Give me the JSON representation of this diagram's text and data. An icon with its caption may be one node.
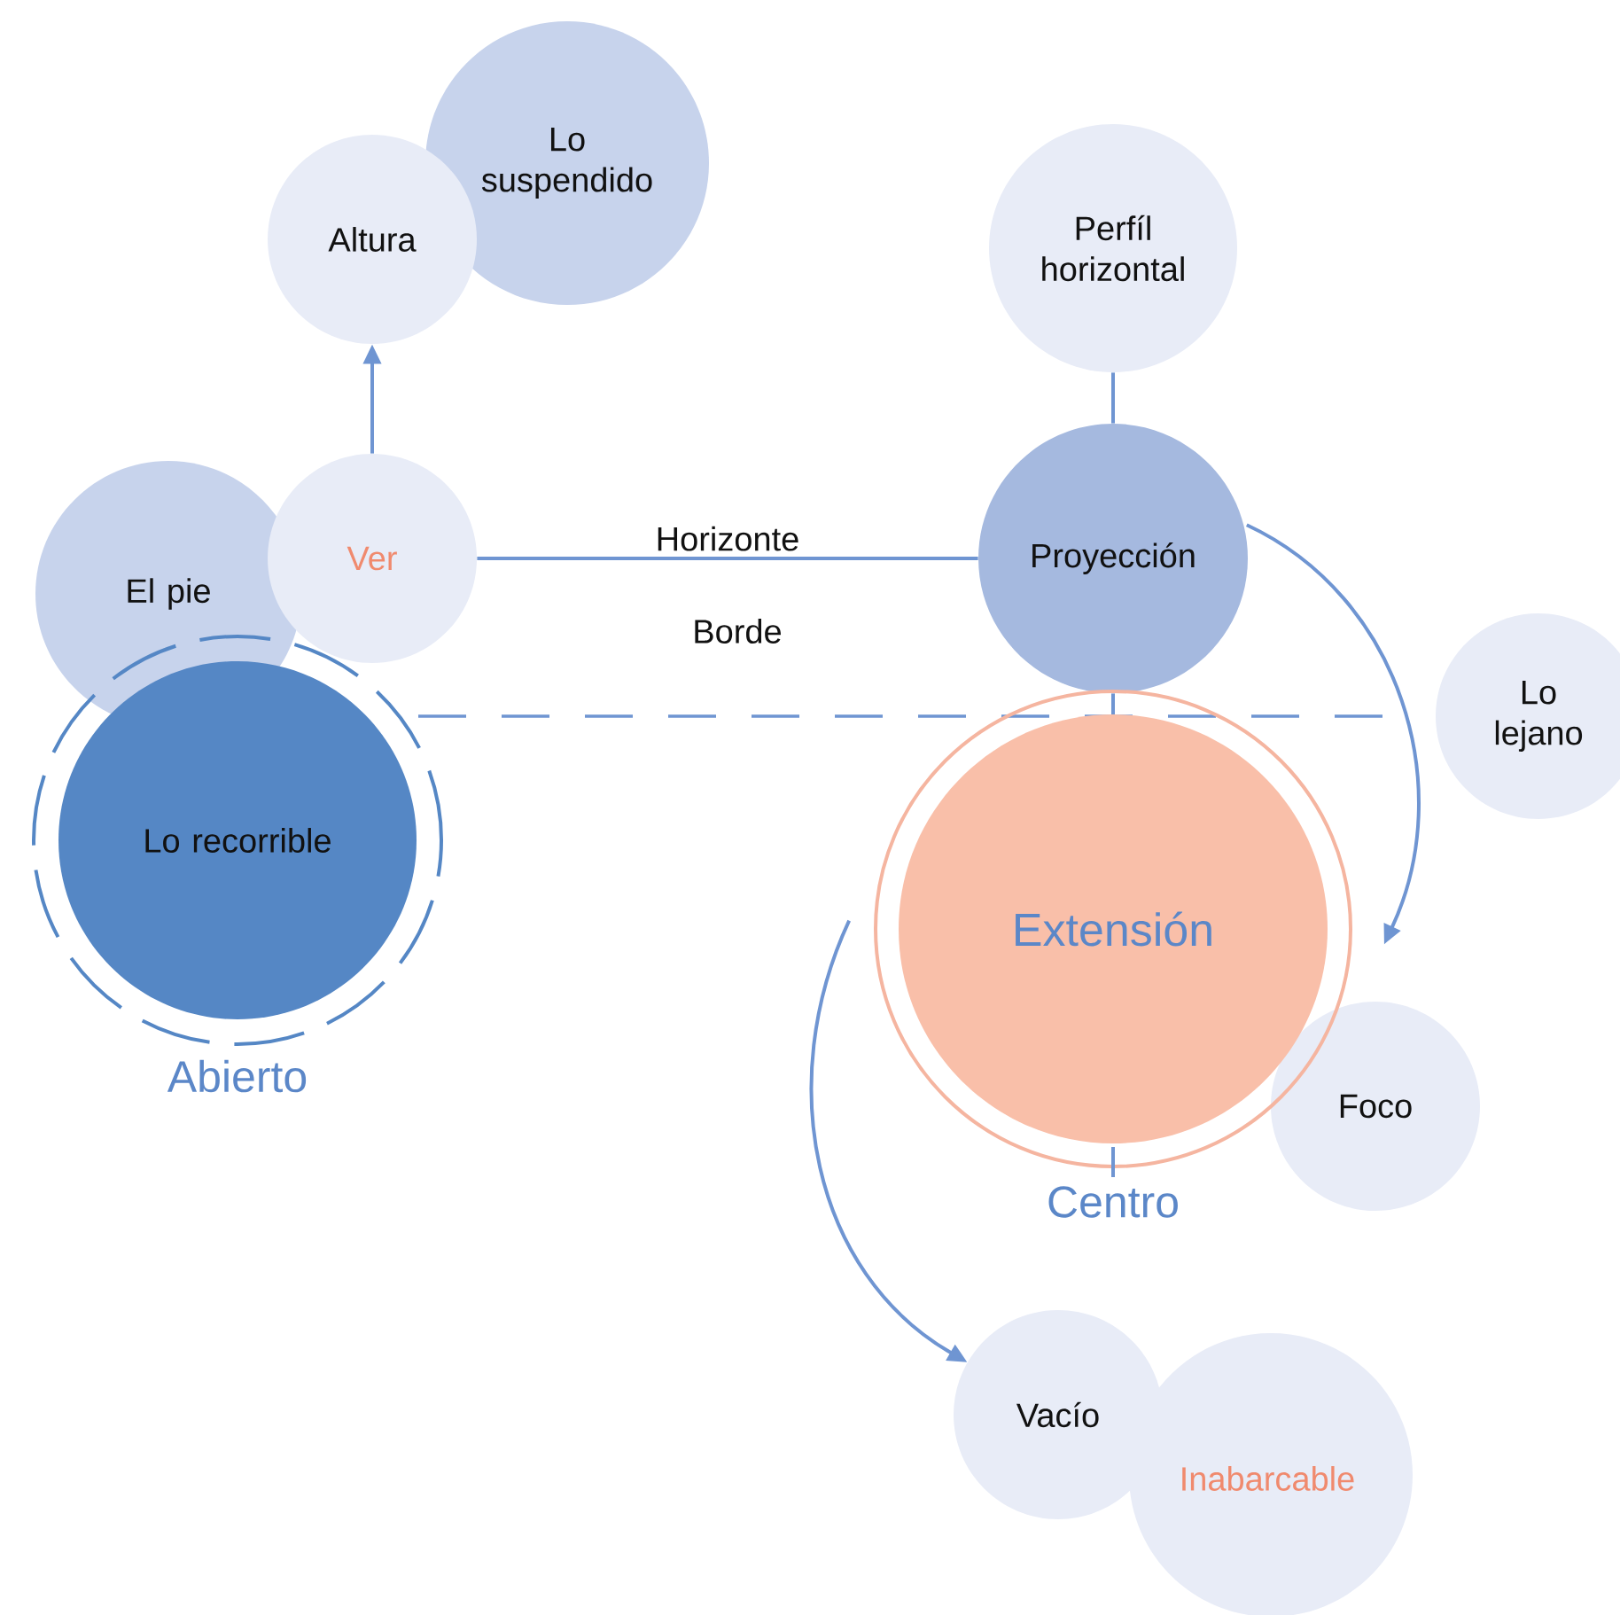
{
  "diagram": {
    "nodes": [
      {
        "text": [
          "Lo suspendido"
        ]
      },
      {
        "text": [
          "Altura"
        ]
      },
      {
        "text": [
          "El pie"
        ]
      },
      {
        "text": [
          "Ver"
        ]
      },
      {
        "text": [
          "Perfíl horizontal"
        ]
      },
      {
        "text": [
          "Proyección"
        ]
      },
      {
        "text": [
          "Lo recorrible"
        ],
        "beside": [
          "Abierto"
        ]
      },
      {
        "text": [
          "Lo lejano"
        ]
      },
      {
        "text": [
          "Extensión"
        ],
        "beside": [
          "Centro"
        ]
      },
      {
        "text": [
          "Foco"
        ]
      },
      {
        "text": [
          "Vacío"
        ]
      },
      {
        "text": [
          "Inabarcable"
        ]
      }
    ],
    "edges": [
      {
        "from": 3,
        "to": 1,
        "arrow": "to"
      },
      {
        "from": 3,
        "to": 5,
        "arrow": "none",
        "label": "Horizonte"
      },
      {
        "from": 4,
        "to": 5,
        "arrow": "none"
      },
      {
        "from": 5,
        "to": 8,
        "arrow": "none"
      },
      {
        "from": 5,
        "to": 8,
        "arrow": "to"
      },
      {
        "from": 8,
        "to": 10,
        "arrow": "to"
      }
    ],
    "labels": [
      "Borde"
    ]
  }
}
